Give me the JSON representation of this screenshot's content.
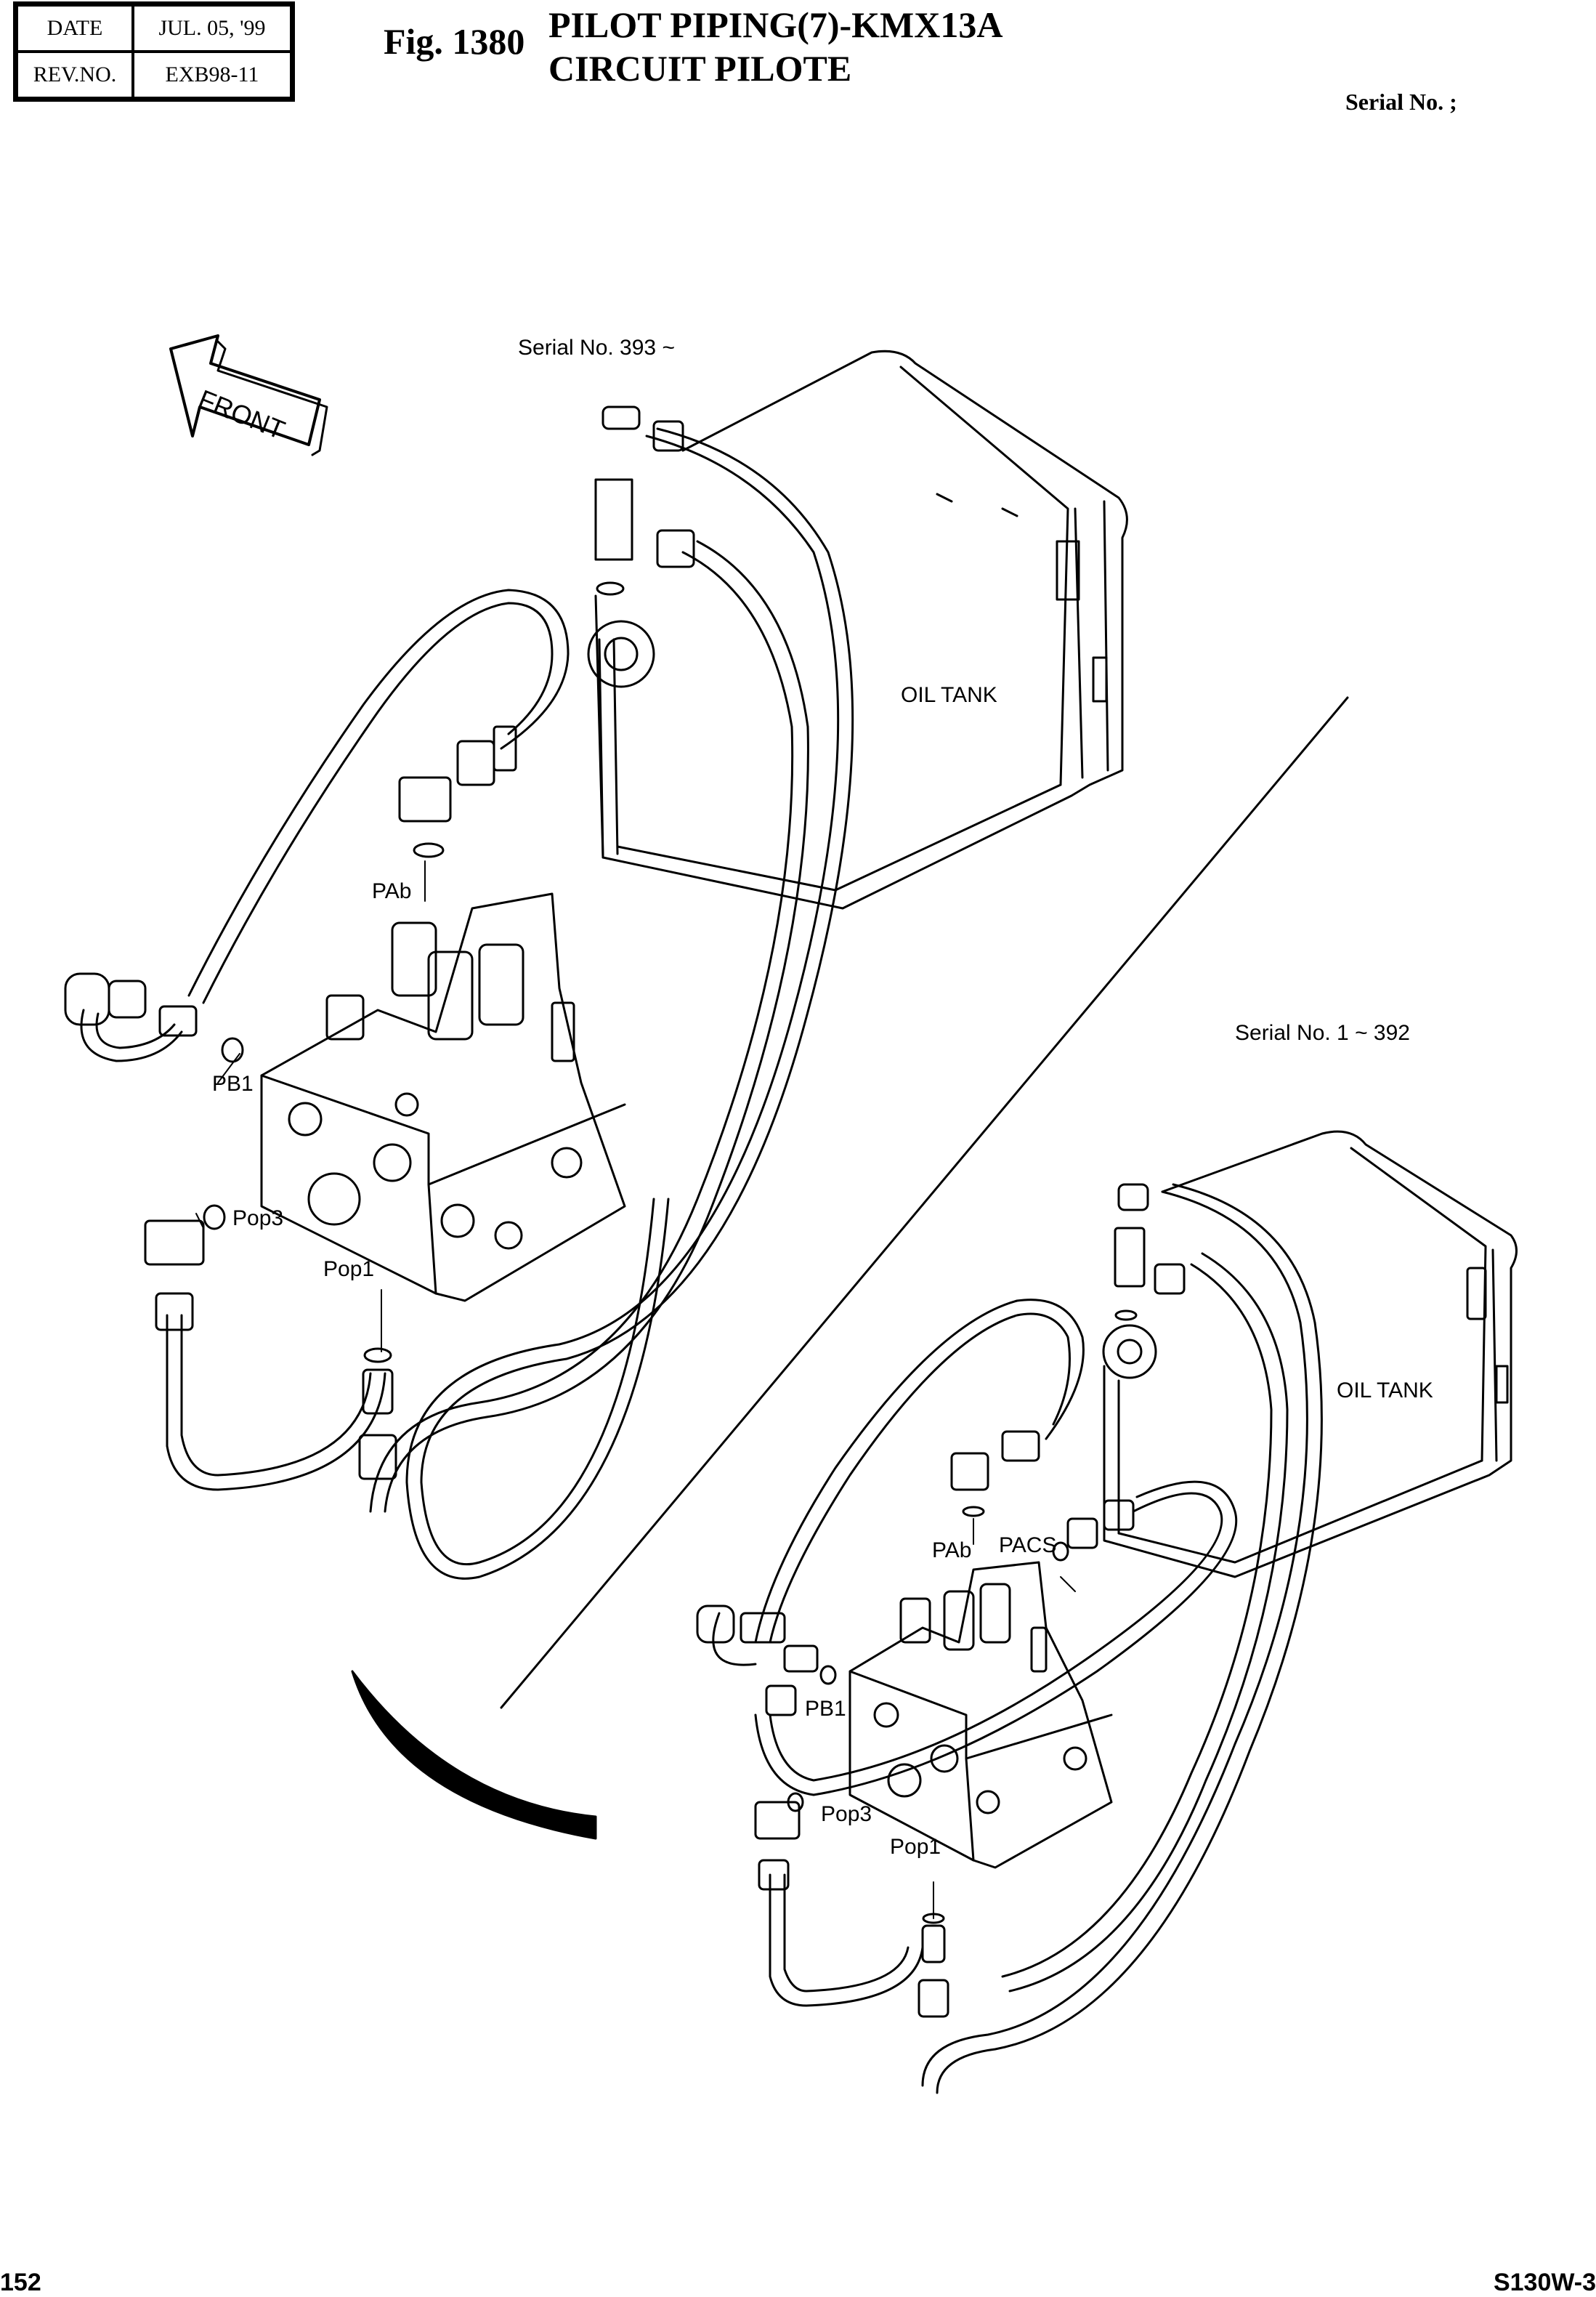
{
  "header": {
    "date_label": "DATE",
    "date_value": "JUL. 05, '99",
    "rev_label": "REV.NO.",
    "rev_value": "EXB98-11",
    "fig_no": "Fig. 1380",
    "title_line1": "PILOT PIPING(7)-KMX13A",
    "title_line2": "CIRCUIT PILOTE",
    "serial_note": "Serial No. ;"
  },
  "diagram": {
    "front_label": "FRONT",
    "upper": {
      "serial_range": "Serial No. 393 ~",
      "tank_label": "OIL TANK",
      "ports": [
        "PAb",
        "PB1",
        "Pop3",
        "Pop1"
      ]
    },
    "lower": {
      "serial_range": "Serial No. 1 ~ 392",
      "tank_label": "OIL TANK",
      "ports": [
        "PAb",
        "PACS",
        "PB1",
        "Pop3",
        "Pop1"
      ]
    }
  },
  "footer": {
    "page_number": "152",
    "model": "S130W-3"
  }
}
